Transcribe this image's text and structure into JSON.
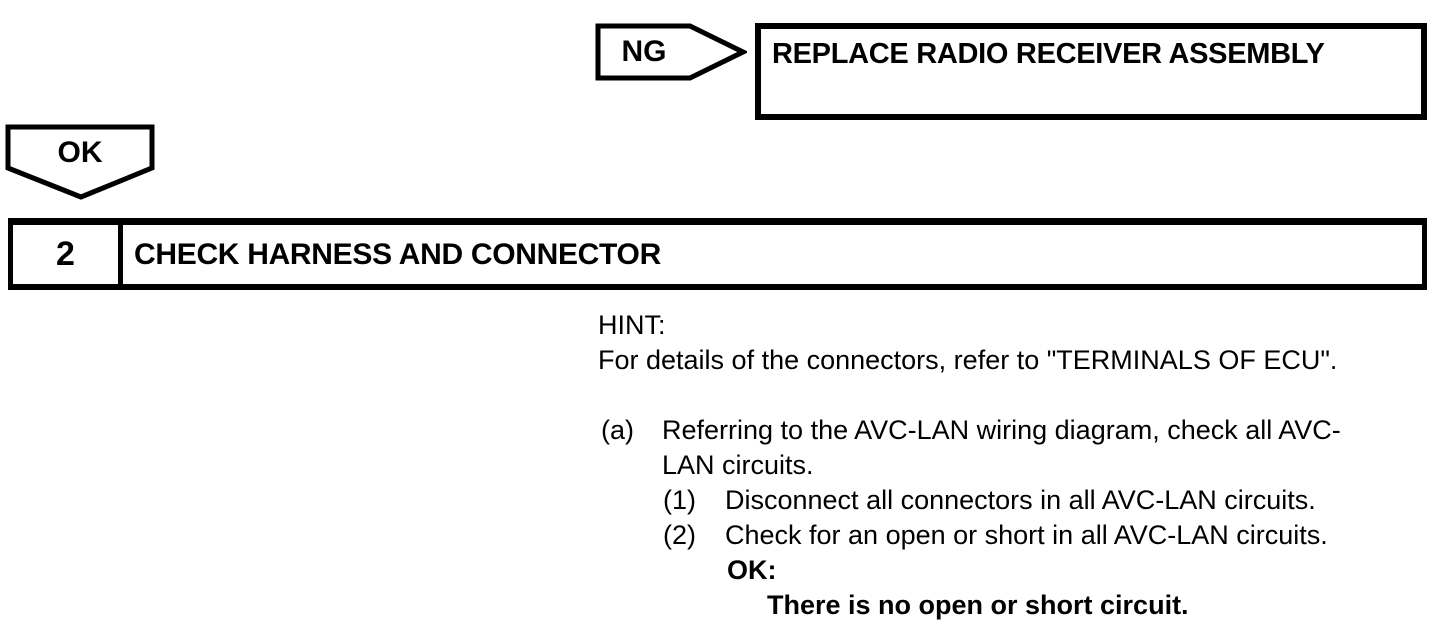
{
  "colors": {
    "paper": "#ffffff",
    "ink": "#000000"
  },
  "flowchart": {
    "ng_label": "NG",
    "ng_result_text": "REPLACE RADIO RECEIVER ASSEMBLY",
    "ok_label": "OK",
    "step_number": "2",
    "step_title": "CHECK HARNESS AND CONNECTOR"
  },
  "instructions": {
    "hint_label": "HINT:",
    "hint_text": "For details of the connectors, refer to \"TERMINALS OF ECU\".",
    "step_a": {
      "marker": "(a)",
      "line1": "Referring to the AVC-LAN wiring diagram, check all AVC-",
      "line2": "LAN circuits."
    },
    "substeps": [
      {
        "marker": "(1)",
        "text": "Disconnect all connectors in all AVC-LAN circuits."
      },
      {
        "marker": "(2)",
        "text": "Check for an open or short in all AVC-LAN circuits."
      }
    ],
    "ok_label": "OK:",
    "ok_statement": "There is no open or short circuit."
  }
}
